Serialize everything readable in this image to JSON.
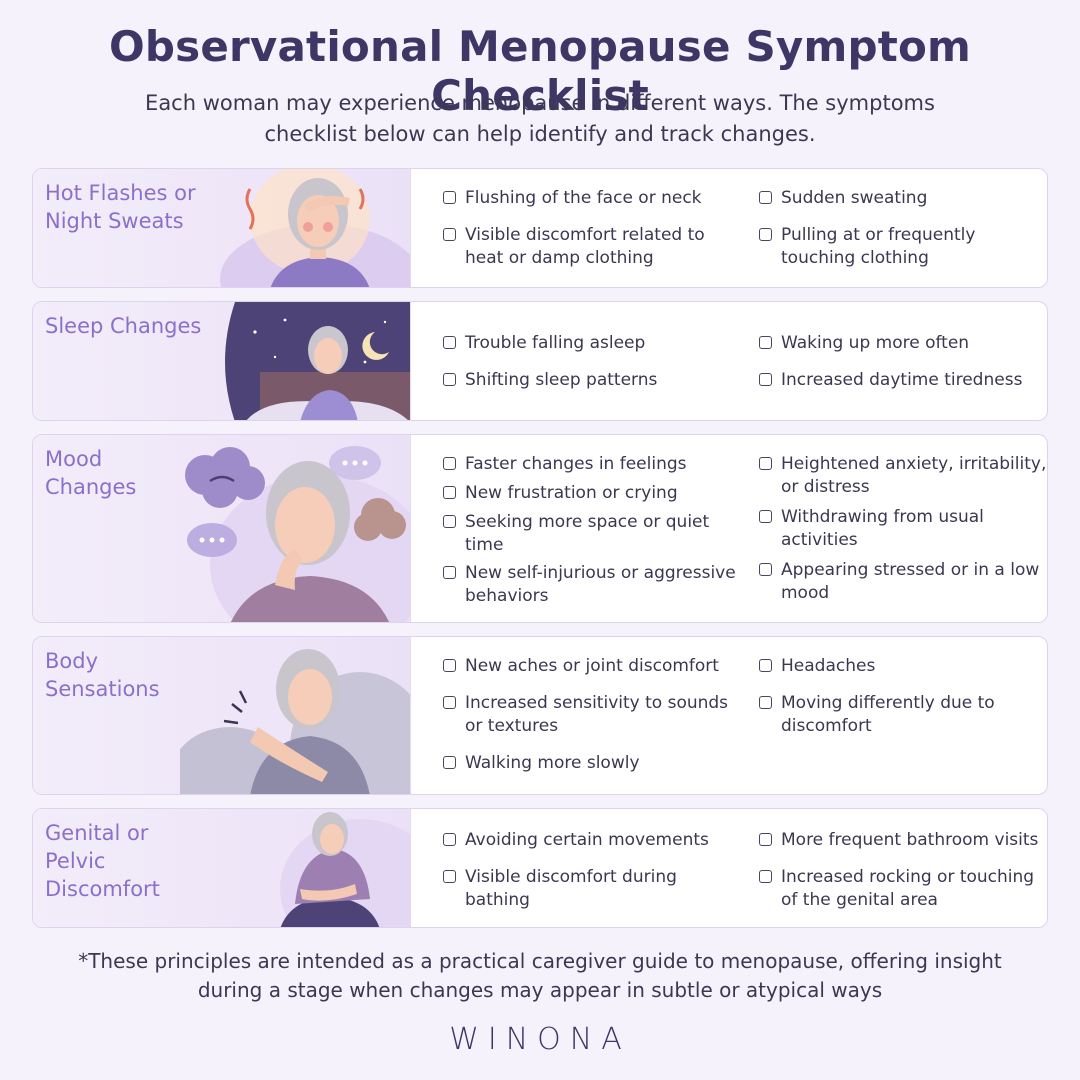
{
  "title": "Observational Menopause Symptom Checklist",
  "subtitle": "Each woman may experience menopause in different ways. The symptoms checklist below can help identify and track changes.",
  "sections": [
    {
      "title": "Hot Flashes or Night Sweats",
      "illustration_icon": "woman-hand-on-forehead-icon",
      "col_a": [
        "Flushing of the face or neck",
        "Visible discomfort related to heat or damp clothing"
      ],
      "col_b": [
        "Sudden sweating",
        "Pulling at or frequently touching clothing"
      ]
    },
    {
      "title": "Sleep Changes",
      "illustration_icon": "woman-awake-in-bed-icon",
      "col_a": [
        "Trouble falling asleep",
        "Shifting sleep patterns"
      ],
      "col_b": [
        "Waking up more often",
        "Increased daytime tiredness"
      ]
    },
    {
      "title": "Mood Changes",
      "illustration_icon": "woman-thinking-with-clouds-icon",
      "col_a": [
        "Faster changes in feelings",
        "New frustration or crying",
        "Seeking more space or quiet time",
        "New self-injurious or aggressive behaviors"
      ],
      "col_b": [
        "Heightened anxiety, irritability, or distress",
        "Withdrawing from usual activities",
        "Appearing stressed or in a low mood"
      ]
    },
    {
      "title": "Body Sensations",
      "illustration_icon": "woman-holding-shoulder-icon",
      "col_a": [
        "New aches or joint discomfort",
        "Increased sensitivity to sounds or textures",
        "Walking more slowly"
      ],
      "col_b": [
        "Headaches",
        "Moving differently due to discomfort"
      ]
    },
    {
      "title": "Genital or Pelvic Discomfort",
      "illustration_icon": "woman-holding-abdomen-icon",
      "col_a": [
        "Avoiding certain movements",
        "Visible discomfort during bathing"
      ],
      "col_b": [
        "More frequent bathroom visits",
        "Increased rocking or touching of the genital area"
      ]
    }
  ],
  "footnote": "*These principles are intended as a practical caregiver guide to menopause, offering insight during a stage when changes may appear in subtle or atypical ways",
  "brand": "WINONA",
  "colors": {
    "title": "#3e3766",
    "accent": "#8a70c9",
    "background": "#f5f2fb"
  }
}
